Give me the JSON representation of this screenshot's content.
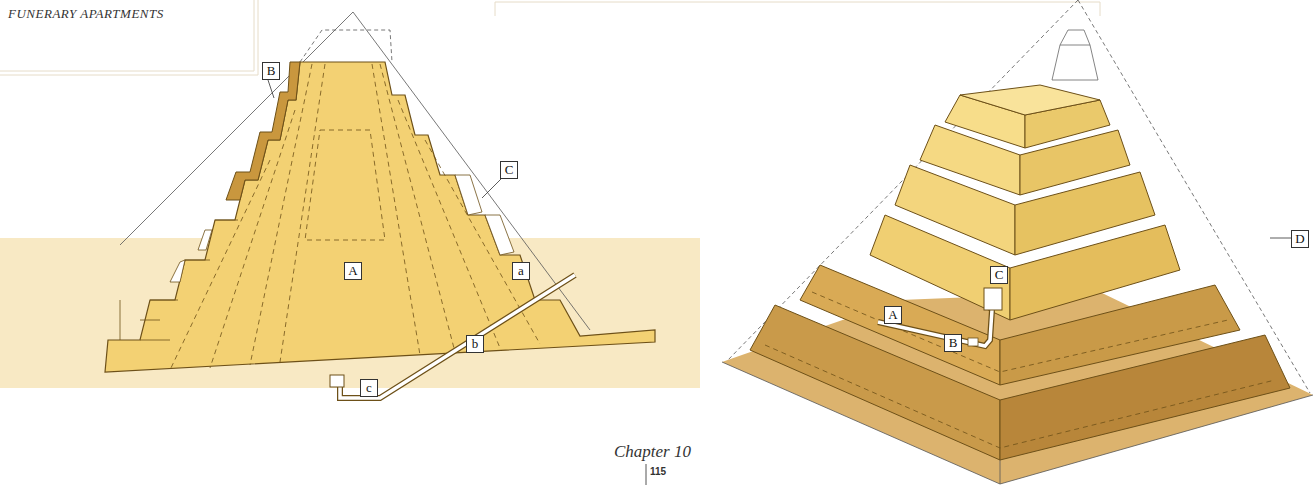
{
  "diagram": {
    "title": "FUNERARY APARTMENTS",
    "labels": [
      "B",
      "C",
      "A",
      "a",
      "b",
      "c",
      "A",
      "B",
      "C",
      "D",
      "Chapter 10",
      "115"
    ]
  }
}
